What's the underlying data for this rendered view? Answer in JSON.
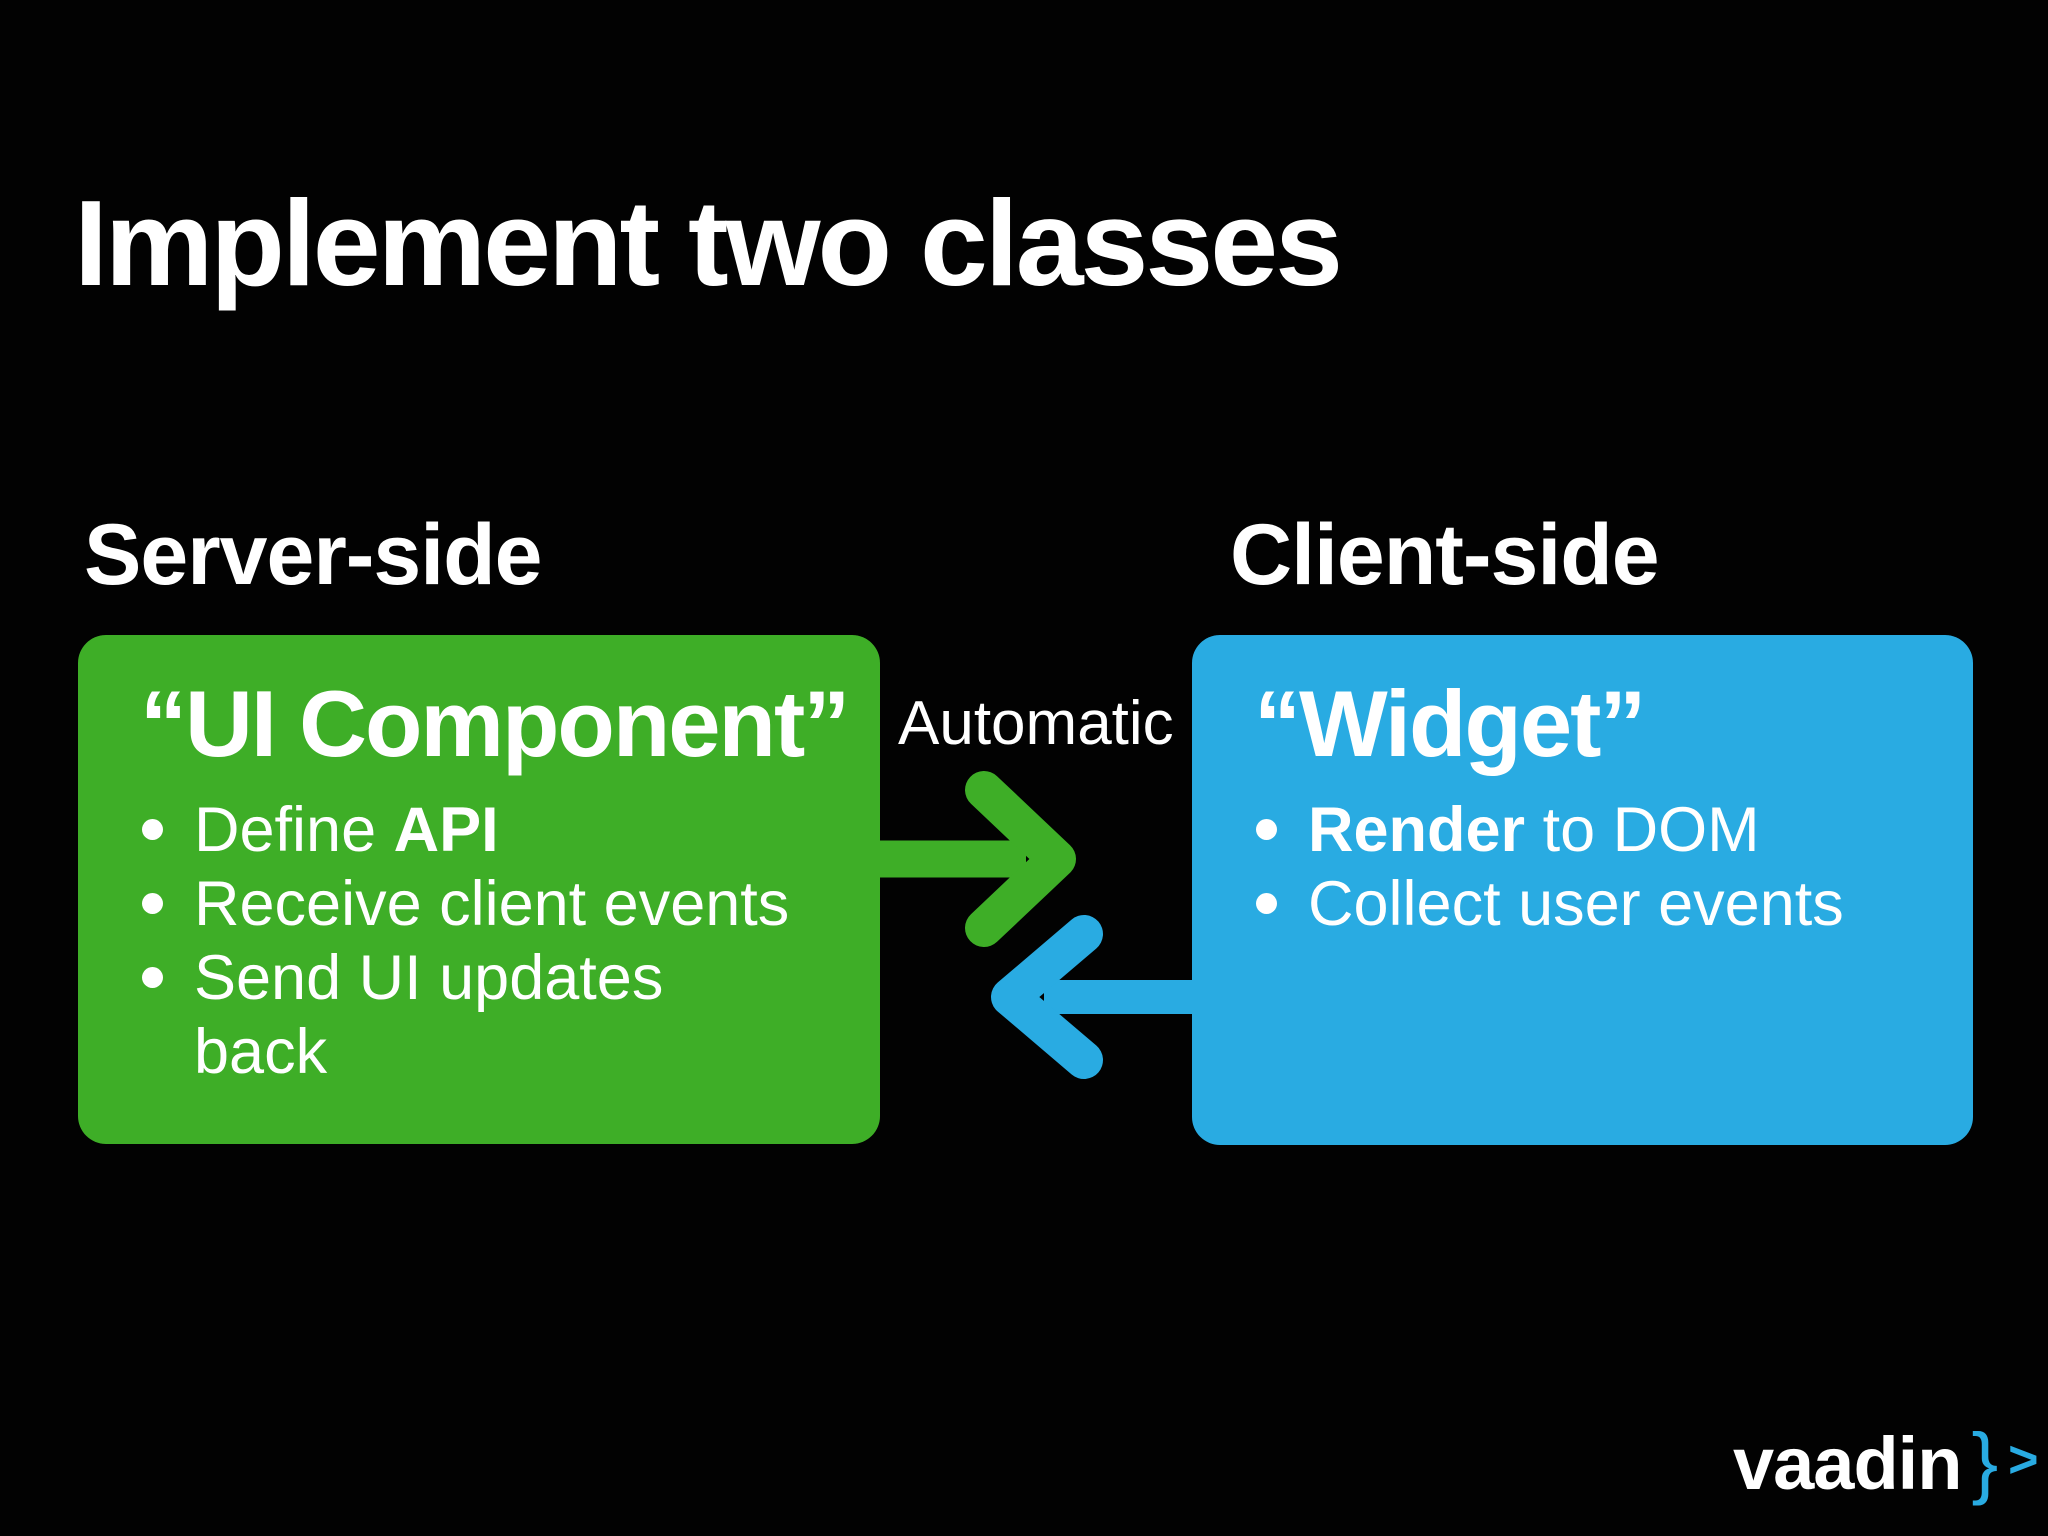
{
  "slide": {
    "title": "Implement two classes",
    "server": {
      "heading": "Server-side",
      "box_title": "“UI Component”",
      "bullets": {
        "b1": {
          "pre": "Define ",
          "bold": "API"
        },
        "b2": "Receive client events",
        "b3": "Send UI updates back"
      }
    },
    "client": {
      "heading": "Client-side",
      "box_title": "“Widget”",
      "bullets": {
        "b1": {
          "bold": "Render",
          "post": " to DOM"
        },
        "b2": "Collect user events"
      }
    },
    "arrow_label": "Automatic",
    "logo": {
      "word": "vaadin",
      "brace": "}",
      "gt": ">"
    },
    "colors": {
      "green": "#3eae27",
      "blue": "#29abe2",
      "background": "#020202",
      "text": "#ffffff"
    }
  }
}
